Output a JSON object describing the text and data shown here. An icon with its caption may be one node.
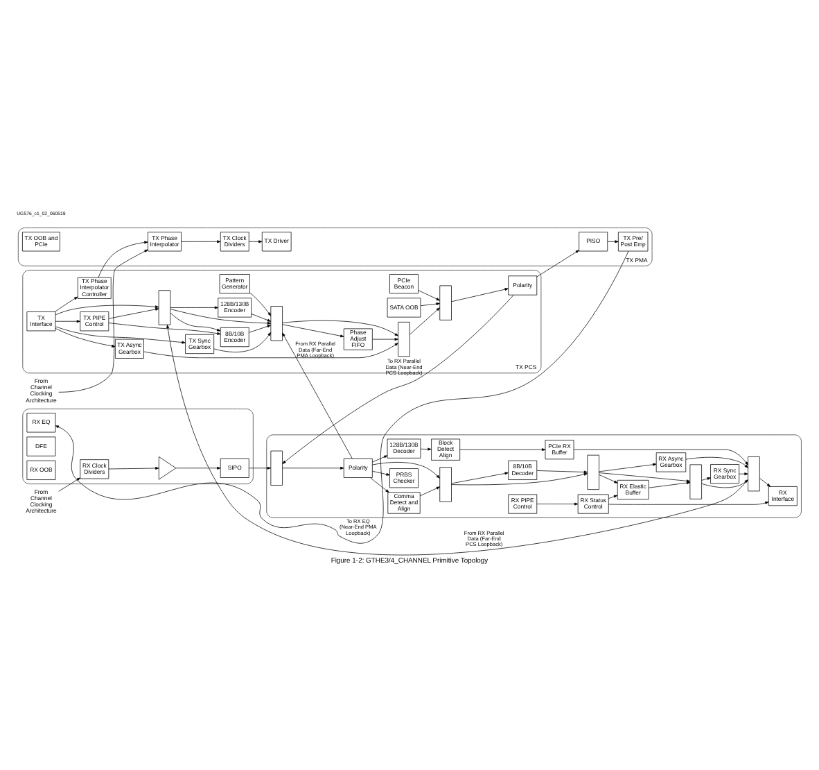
{
  "diagram": {
    "caption": "Figure 1-2: GTHE3/4_CHANNEL Primitive Topology",
    "nodes": [
      {
        "text": [
          "TX PMA"
        ]
      },
      {
        "text": [
          "TX Driver"
        ],
        "in": 0
      },
      {
        "text": [
          "TX OOB and PCIe"
        ],
        "in": 0
      },
      {
        "text": [
          "TX Pre/ Post Emp"
        ],
        "in": 0
      },
      {
        "text": [
          "PISO"
        ],
        "in": 0
      },
      {
        "text": [
          "TX Clock Dividers"
        ],
        "in": 0
      },
      {
        "text": [
          "TX Phase Interpolator"
        ],
        "in": 0
      },
      {
        "text": [
          "TX PCS"
        ]
      },
      {
        "text": [
          "Polarity"
        ],
        "in": 7
      },
      {
        "text": [],
        "shape": "trapezoid",
        "in": 7
      },
      {
        "text": [
          "PCIe Beacon"
        ],
        "in": 7
      },
      {
        "text": [
          "SATA OOB"
        ],
        "in": 7
      },
      {
        "text": [],
        "shape": "trapezoid",
        "in": 7
      },
      {
        "text": [
          "Phase Adjust FIFO"
        ],
        "in": 7
      },
      {
        "text": [
          "TX Async Gearbox"
        ],
        "in": 7
      },
      {
        "text": [
          "TX Sync Gearbox"
        ],
        "in": 7
      },
      {
        "text": [],
        "shape": "trapezoid",
        "in": 7
      },
      {
        "text": [
          "Pattern Generator"
        ],
        "in": 7
      },
      {
        "text": [
          "TX PIPE Control"
        ],
        "in": 7
      },
      {
        "text": [
          "8B/10B Encoder"
        ],
        "in": 7
      },
      {
        "text": [
          "128B/130B Encoder"
        ],
        "in": 7
      },
      {
        "text": [],
        "shape": "trapezoid",
        "in": 7
      },
      {
        "text": [
          "TX Interface"
        ],
        "in": 7
      },
      {
        "text": [
          "TX Phase Interpolator Controller"
        ],
        "in": 7
      },
      {
        "text": [
          "From Channel Clocking Architecture"
        ]
      },
      {
        "text": [],
        "shape": "box"
      },
      {
        "text": [
          "RX Clock Dividers"
        ],
        "in": 25
      },
      {
        "text": [
          "RX EQ"
        ],
        "in": 25
      },
      {
        "text": [
          "DFE"
        ],
        "in": 25
      },
      {
        "text": [
          "RX OOB"
        ],
        "in": 25
      },
      {
        "text": [],
        "shape": "triangle",
        "in": 25
      },
      {
        "text": [
          "SIPO"
        ],
        "in": 25
      },
      {
        "text": [
          "From Channel Clocking Architecture"
        ]
      },
      {
        "text": [],
        "shape": "box"
      },
      {
        "text": [],
        "shape": "trapezoid",
        "in": 33
      },
      {
        "text": [
          "Polarity"
        ],
        "in": 33
      },
      {
        "text": [
          "Comma Detect and Align"
        ],
        "in": 33
      },
      {
        "text": [
          "PRBS Checker"
        ],
        "in": 33
      },
      {
        "text": [],
        "shape": "trapezoid",
        "in": 33
      },
      {
        "text": [
          "8B/10B Decoder"
        ],
        "in": 33
      },
      {
        "text": [],
        "shape": "trapezoid",
        "in": 33
      },
      {
        "text": [
          "RX PIPE Control"
        ],
        "in": 33
      },
      {
        "text": [
          "RX Status Control"
        ],
        "in": 33
      },
      {
        "text": [
          "RX Elastic Buffer"
        ],
        "in": 33
      },
      {
        "text": [],
        "shape": "trapezoid",
        "in": 33
      },
      {
        "text": [
          "RX Sync Gearbox"
        ],
        "in": 33
      },
      {
        "text": [
          "RX Async Gearbox"
        ],
        "in": 33
      },
      {
        "text": [
          "128B/130B Decoder"
        ],
        "in": 33
      },
      {
        "text": [
          "Block Detect Align"
        ],
        "in": 33
      },
      {
        "text": [
          "PCIe RX Buffer"
        ],
        "in": 33
      },
      {
        "text": [],
        "shape": "trapezoid",
        "in": 33
      },
      {
        "text": [
          "RX Interface"
        ],
        "in": 33
      }
    ],
    "edges": [
      {
        "from": 22,
        "to": 14,
        "arrow": "to"
      },
      {
        "from": 22,
        "to": 15,
        "arrow": "to"
      },
      {
        "from": 22,
        "to": 18,
        "arrow": "to"
      },
      {
        "from": 22,
        "to": 21,
        "arrow": "to"
      },
      {
        "from": 22,
        "to": 23,
        "arrow": "to"
      },
      {
        "from": 18,
        "to": 19,
        "arrow": "to"
      },
      {
        "from": 18,
        "to": 21,
        "arrow": "to"
      },
      {
        "from": 21,
        "to": 19,
        "arrow": "to"
      },
      {
        "from": 21,
        "to": 20,
        "arrow": "to"
      },
      {
        "from": 21,
        "to": 16,
        "arrow": "to"
      },
      {
        "from": 19,
        "to": 16,
        "arrow": "to"
      },
      {
        "from": 20,
        "to": 16,
        "arrow": "to"
      },
      {
        "from": 15,
        "to": 16,
        "arrow": "to"
      },
      {
        "from": 17,
        "to": 16,
        "arrow": "to"
      },
      {
        "from": 16,
        "to": 12,
        "arrow": "to"
      },
      {
        "from": 16,
        "to": 13,
        "arrow": "to"
      },
      {
        "from": 13,
        "to": 12,
        "arrow": "to"
      },
      {
        "from": 14,
        "to": 12,
        "arrow": "to"
      },
      {
        "from": 12,
        "to": 9,
        "arrow": "to"
      },
      {
        "from": 10,
        "to": 9,
        "arrow": "to"
      },
      {
        "from": 11,
        "to": 9,
        "arrow": "to"
      },
      {
        "from": 9,
        "to": 8,
        "arrow": "to"
      },
      {
        "from": 8,
        "to": 4,
        "arrow": "to"
      },
      {
        "from": 4,
        "to": 3,
        "arrow": "to"
      },
      {
        "from": 5,
        "to": 1,
        "arrow": "to"
      },
      {
        "from": 6,
        "to": 5,
        "arrow": "to"
      },
      {
        "from": 24,
        "to": 6,
        "arrow": "to"
      },
      {
        "from": 23,
        "to": 6,
        "arrow": "to"
      },
      {
        "from": 3,
        "to": 27,
        "arrow": "to",
        "label": "To RX EQ (Near-End PMA Loopback)"
      },
      {
        "from": 8,
        "to": 34,
        "arrow": "to",
        "label": "To RX Parallel Data (Near-End PCS Loopback)"
      },
      {
        "from": 35,
        "to": 16,
        "arrow": "to",
        "label": "From RX Parallel Data (Far-End PMA Loopback)"
      },
      {
        "from": 50,
        "to": 21,
        "arrow": "to",
        "label": "From RX Parallel Data (Far-End PCS Loopback)"
      },
      {
        "from": 32,
        "to": 26,
        "arrow": "to"
      },
      {
        "from": 26,
        "to": 30,
        "arrow": "to"
      },
      {
        "from": 30,
        "to": 31,
        "arrow": "to"
      },
      {
        "from": 31,
        "to": 34,
        "arrow": "to"
      },
      {
        "from": 34,
        "to": 35,
        "arrow": "to"
      },
      {
        "from": 35,
        "to": 36,
        "arrow": "to"
      },
      {
        "from": 35,
        "to": 37,
        "arrow": "to"
      },
      {
        "from": 36,
        "to": 38,
        "arrow": "to"
      },
      {
        "from": 35,
        "to": 38,
        "arrow": "to"
      },
      {
        "from": 35,
        "to": 47,
        "arrow": "to"
      },
      {
        "from": 38,
        "to": 39,
        "arrow": "to"
      },
      {
        "from": 38,
        "to": 40,
        "arrow": "to"
      },
      {
        "from": 39,
        "to": 40,
        "arrow": "to"
      },
      {
        "from": 40,
        "to": 43,
        "arrow": "to"
      },
      {
        "from": 40,
        "to": 44,
        "arrow": "to"
      },
      {
        "from": 40,
        "to": 46,
        "arrow": "to"
      },
      {
        "from": 41,
        "to": 42,
        "arrow": "to"
      },
      {
        "from": 42,
        "to": 43,
        "arrow": "to"
      },
      {
        "from": 42,
        "to": 51,
        "arrow": "to"
      },
      {
        "from": 43,
        "to": 44,
        "arrow": "to"
      },
      {
        "from": 44,
        "to": 45,
        "arrow": "to"
      },
      {
        "from": 44,
        "to": 50,
        "arrow": "to"
      },
      {
        "from": 45,
        "to": 50,
        "arrow": "to"
      },
      {
        "from": 46,
        "to": 50,
        "arrow": "to"
      },
      {
        "from": 47,
        "to": 48,
        "arrow": "to"
      },
      {
        "from": 48,
        "to": 49,
        "arrow": "to"
      },
      {
        "from": 49,
        "to": 50,
        "arrow": "to"
      },
      {
        "from": 50,
        "to": 51,
        "arrow": "to"
      }
    ],
    "labels": [
      "UG576_c1_02_060519"
    ]
  }
}
